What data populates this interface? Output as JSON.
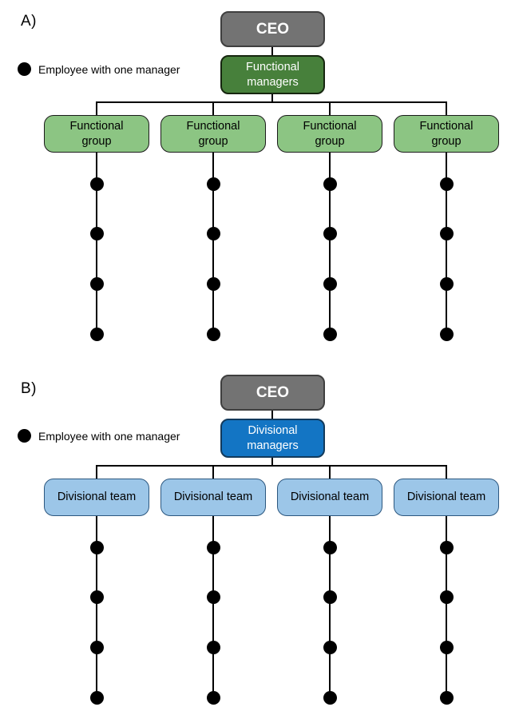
{
  "colors": {
    "ceo_fill": "#737373",
    "ceo_border": "#3F3F3F",
    "functional_manager_fill": "#47803B",
    "functional_manager_border": "#16260F",
    "functional_group_fill": "#8CC583",
    "functional_group_border": "#1A1A1A",
    "divisional_manager_fill": "#1375C4",
    "divisional_manager_border": "#123A5C",
    "divisional_team_fill": "#9CC6E8",
    "divisional_team_border": "#2C577F",
    "connector": "#000000",
    "employee_dot": "#000000"
  },
  "panels": [
    {
      "label": "A)",
      "legend_label": "Employee with one manager",
      "root_label": "CEO",
      "manager_label": "Functional\nmanagers",
      "groups": [
        "Functional\ngroup",
        "Functional\ngroup",
        "Functional\ngroup",
        "Functional\ngroup"
      ],
      "employees_per_group": 4
    },
    {
      "label": "B)",
      "legend_label": "Employee with one manager",
      "root_label": "CEO",
      "manager_label": "Divisional\nmanagers",
      "groups": [
        "Divisional team",
        "Divisional team",
        "Divisional team",
        "Divisional team"
      ],
      "employees_per_group": 4
    }
  ]
}
